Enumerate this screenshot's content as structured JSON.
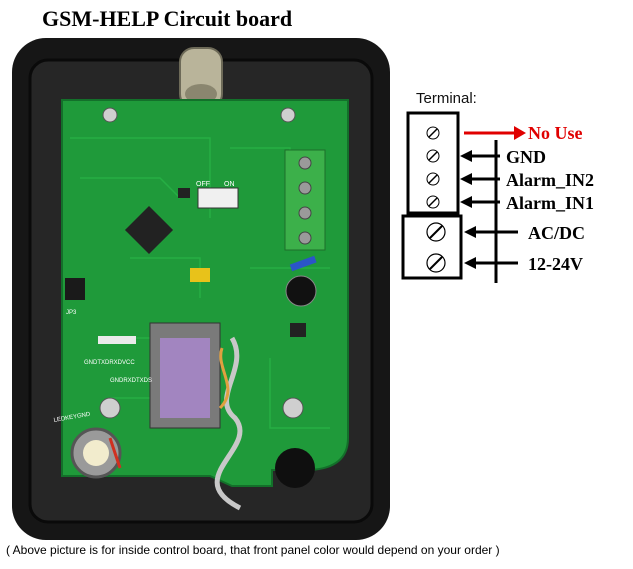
{
  "title": "GSM-HELP Circuit board",
  "terminal": {
    "label": "Terminal:",
    "pins": [
      {
        "label": "No Use",
        "color": "#e00000"
      },
      {
        "label": "GND",
        "color": "#000000"
      },
      {
        "label": "Alarm_IN2",
        "color": "#000000"
      },
      {
        "label": "Alarm_IN1",
        "color": "#000000"
      },
      {
        "label": "AC/DC",
        "color": "#000000"
      },
      {
        "label": "12-24V",
        "color": "#000000"
      }
    ]
  },
  "board": {
    "labels": {
      "switch_off": "OFF",
      "switch_on": "ON",
      "uart": "GNDTXDRXDVCC",
      "uart2": "GNDRXDTXDS",
      "led_key": "LEDKEYGND",
      "jp3": "JP3"
    },
    "colors": {
      "housing": "#1a1a1a",
      "pcb": "#1f9a3a",
      "terminal_block": "#3cb04a"
    }
  },
  "caption": "( Above picture is for inside control board, that front panel color would depend on your order )"
}
